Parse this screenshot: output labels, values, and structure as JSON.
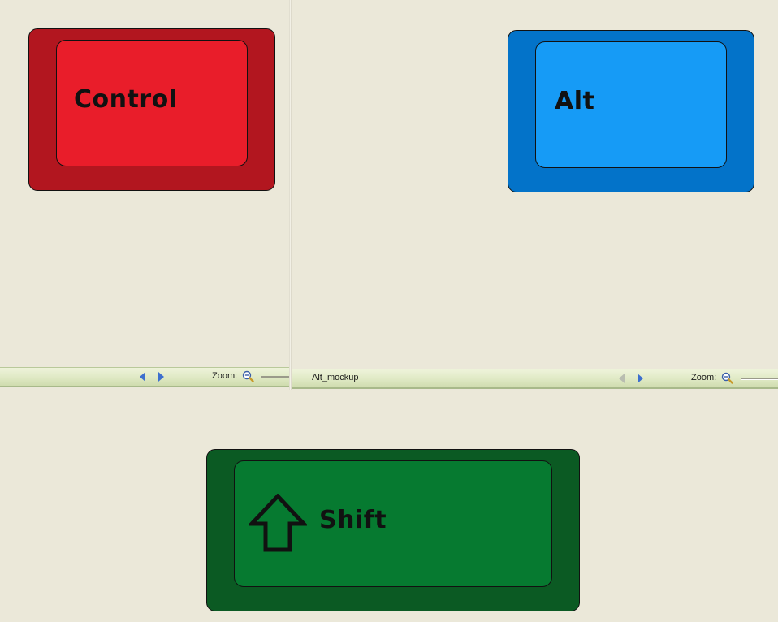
{
  "left_pane": {
    "zoom_label": "Zoom:",
    "zoom_icon": "zoom-out-icon",
    "nav": {
      "prev_icon": "arrow-left-icon",
      "next_icon": "arrow-right-icon"
    }
  },
  "right_pane": {
    "title": "Alt_mockup",
    "zoom_label": "Zoom:",
    "zoom_icon": "zoom-out-icon",
    "nav": {
      "prev_icon": "arrow-left-icon",
      "next_icon": "arrow-right-icon",
      "prev_enabled": false
    }
  },
  "keys": {
    "control": {
      "label": "Control",
      "outer_color": "#b2161f",
      "inner_color": "#e91d2a"
    },
    "alt": {
      "label": "Alt",
      "outer_color": "#0373c9",
      "inner_color": "#169bf6"
    },
    "shift": {
      "label": "Shift",
      "icon": "shift-arrow-icon",
      "outer_color": "#0b5a23",
      "inner_color": "#067a30"
    }
  },
  "colors": {
    "background": "#ebe8d9",
    "statusbar": "#dfe9c4",
    "nav_arrow": "#3d6fce"
  }
}
